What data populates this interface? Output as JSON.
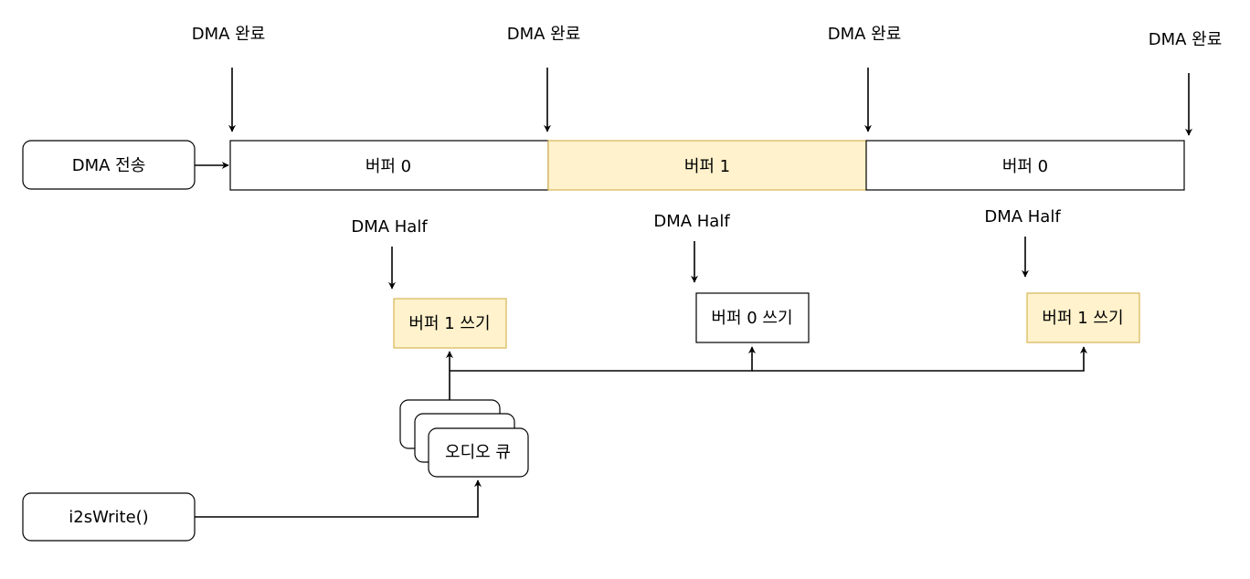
{
  "dma_complete_labels": [
    "DMA 완료",
    "DMA 완료",
    "DMA 완료",
    "DMA 완료"
  ],
  "dma_transfer": {
    "label": "DMA 전송"
  },
  "buffers": [
    {
      "label": "버퍼 0",
      "highlight": false
    },
    {
      "label": "버퍼 1",
      "highlight": true
    },
    {
      "label": "버퍼 0",
      "highlight": false
    }
  ],
  "dma_half_labels": [
    "DMA Half",
    "DMA Half",
    "DMA Half"
  ],
  "write_boxes": [
    {
      "label": "버퍼 1 쓰기",
      "highlight": true
    },
    {
      "label": "버퍼 0 쓰기",
      "highlight": false
    },
    {
      "label": "버퍼 1 쓰기",
      "highlight": true
    }
  ],
  "audio_queue": {
    "label": "오디오 큐"
  },
  "i2s_write": {
    "label": "i2sWrite()"
  },
  "colors": {
    "highlight_fill": "#fff2cc",
    "highlight_stroke": "#d6b656",
    "stroke": "#000000",
    "background": "#ffffff"
  }
}
